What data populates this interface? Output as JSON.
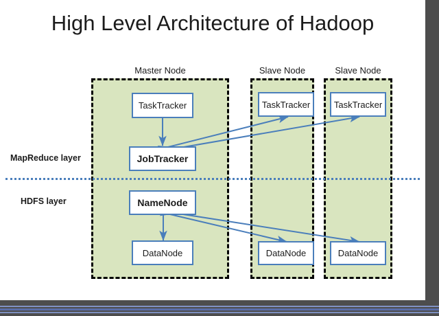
{
  "slide": {
    "title": "High Level Architecture of Hadoop",
    "accent_color": "#4a7ebb",
    "panel_fill": "#d9e5bf",
    "panel_border": "#000000",
    "chrome_color": "#4d4d4d",
    "chrome_stripe": "#5a6ea8"
  },
  "layers": [
    {
      "label": "MapReduce layer"
    },
    {
      "label": "HDFS layer"
    }
  ],
  "columns": [
    {
      "header": "Master Node"
    },
    {
      "header": "Slave Node"
    },
    {
      "header": "Slave Node"
    }
  ],
  "nodes": {
    "master": {
      "tasktracker": "TaskTracker",
      "jobtracker": "JobTracker",
      "namenode": "NameNode",
      "datanode": "DataNode"
    },
    "slave1": {
      "tasktracker": "TaskTracker",
      "datanode": "DataNode"
    },
    "slave2": {
      "tasktracker": "TaskTracker",
      "datanode": "DataNode"
    }
  }
}
